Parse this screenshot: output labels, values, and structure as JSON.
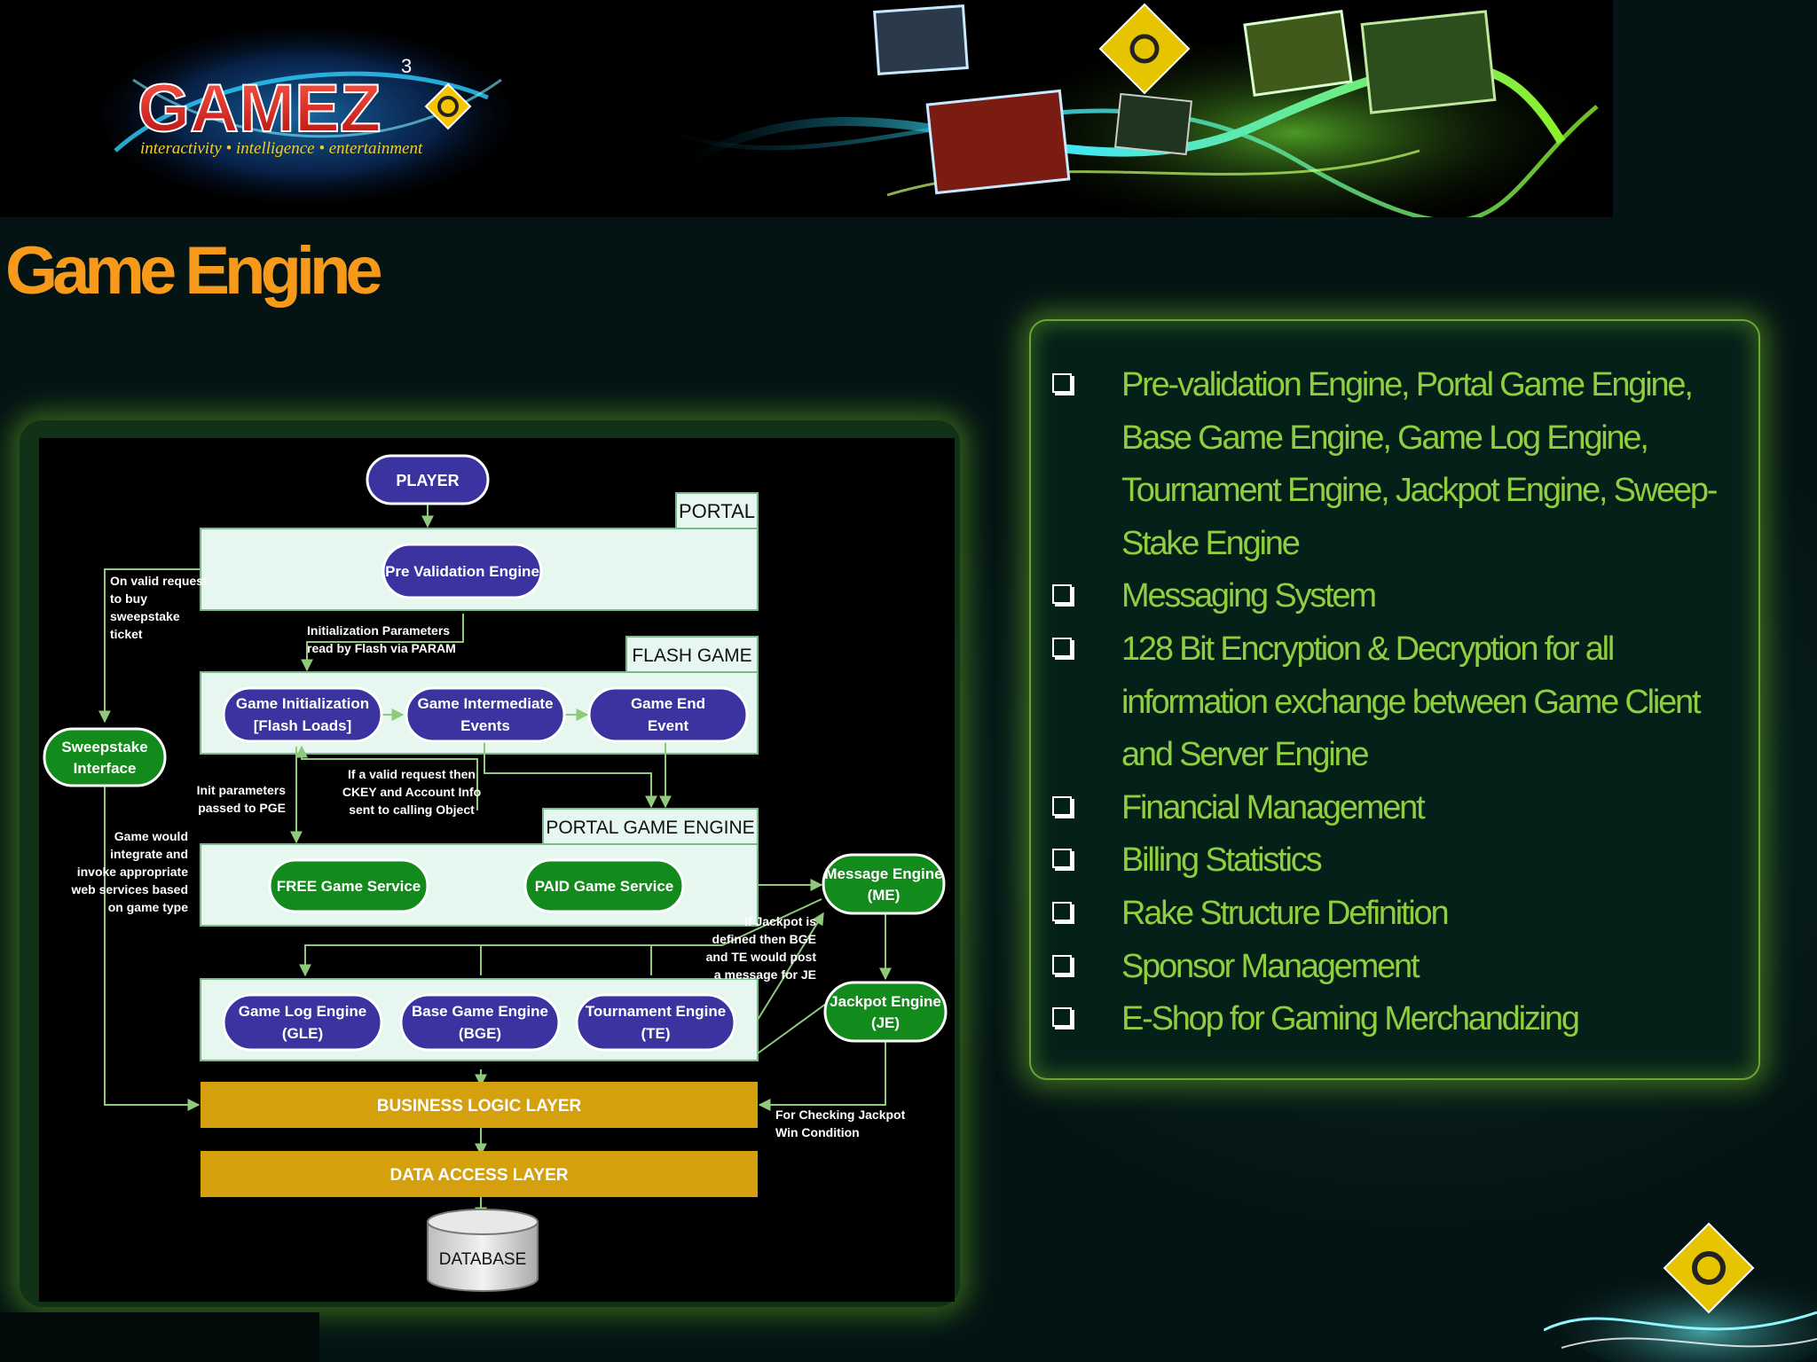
{
  "brand": {
    "logo_text": "GAMEZ",
    "superscript": "3",
    "tagline": "interactivity • intelligence • entertainment"
  },
  "slide": {
    "title": "Game Engine"
  },
  "diagram": {
    "player": "PLAYER",
    "portal_label": "PORTAL",
    "pre_validation": "Pre Validation Engine",
    "sweepstake_note": [
      "On valid request",
      "to buy",
      "sweepstake",
      "ticket"
    ],
    "init_params_note": [
      "Initialization Parameters",
      "read by Flash via PARAM"
    ],
    "flash_game_label": "FLASH GAME",
    "game_init": [
      "Game Initialization",
      "[Flash Loads]"
    ],
    "game_intermediate": [
      "Game Intermediate",
      "Events"
    ],
    "game_end": [
      "Game End",
      "Event"
    ],
    "sweepstake_interface": [
      "Sweepstake",
      "Interface"
    ],
    "init_passed_note": [
      "Init parameters",
      "passed to PGE"
    ],
    "valid_request_note": [
      "If a valid request then",
      "CKEY and Account Info",
      "sent to calling Object"
    ],
    "portal_game_engine_label": "PORTAL GAME ENGINE",
    "game_integrate_note": [
      "Game would",
      "integrate and",
      "invoke appropriate",
      "web services based",
      "on game type"
    ],
    "free_game": "FREE Game Service",
    "paid_game": "PAID Game Service",
    "message_engine": [
      "Message Engine",
      "(ME)"
    ],
    "jackpot_note": [
      "If Jackpot is",
      "defined then BGE",
      "and TE would post",
      "a message for JE"
    ],
    "jackpot_engine": [
      "Jackpot  Engine",
      "(JE)"
    ],
    "game_log": [
      "Game Log Engine",
      "(GLE)"
    ],
    "base_game": [
      "Base Game Engine",
      "(BGE)"
    ],
    "tournament": [
      "Tournament Engine",
      "(TE)"
    ],
    "business_logic": "BUSINESS LOGIC LAYER",
    "checking_note": [
      "For Checking Jackpot",
      "Win Condition"
    ],
    "data_access": "DATA ACCESS LAYER",
    "database": "DATABASE"
  },
  "features": [
    {
      "text": "Pre-validation Engine, Portal Game Engine, Base Game Engine, Game Log Engine, Tournament Engine, Jackpot Engine, Sweep-Stake Engine"
    },
    {
      "text": "Messaging System"
    },
    {
      "text": "128 Bit Encryption & Decryption for all information exchange between Game Client and Server Engine"
    },
    {
      "text": "Financial Management"
    },
    {
      "text": "Billing Statistics"
    },
    {
      "text": "Rake Structure Definition"
    },
    {
      "text": "Sponsor Management"
    },
    {
      "text": "E-Shop for Gaming Merchandizing"
    }
  ],
  "colors": {
    "title": "#f79a1b",
    "feature_text": "#8fcf3f",
    "engine_blue": "#3a33a0",
    "service_green": "#138a1c",
    "layer_gold": "#d4a00e",
    "panel_fill": "#e6f7ef"
  }
}
